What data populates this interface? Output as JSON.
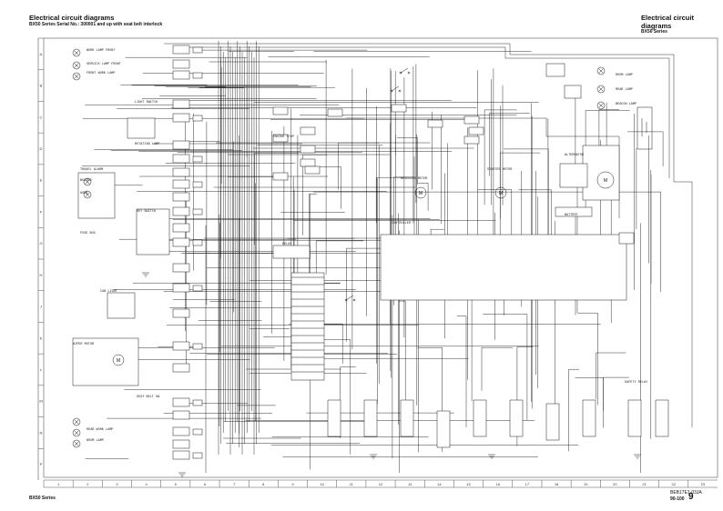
{
  "header_left": {
    "title": "Electrical circuit diagrams",
    "subtitle": "BX50 Series Serial No.: 300001 and up with seat belt interlock"
  },
  "header_right": {
    "title": "Electrical circuit diagrams",
    "subtitle": "BX50 Series"
  },
  "footer": {
    "series": "BX50 Series",
    "doc_code": "BEB17E1-03JA",
    "page_ref": "90-100",
    "page_number": "9"
  },
  "grid": {
    "row_labels": [
      "A",
      "B",
      "C",
      "D",
      "E",
      "F",
      "G",
      "H",
      "J",
      "K",
      "L",
      "M",
      "N",
      "P"
    ],
    "column_labels": [
      "1",
      "2",
      "3",
      "4",
      "5",
      "6",
      "7",
      "8",
      "9",
      "10",
      "11",
      "12",
      "13",
      "14",
      "15",
      "16",
      "17",
      "18",
      "19",
      "20",
      "21",
      "22",
      "23"
    ]
  },
  "component_labels": {
    "left": [
      "WORK LAMP FRONT",
      "SERVICE LAMP FRONT",
      "FRONT WORK LAMP",
      "LIGHT SWITCH",
      "ROTATING LAMP",
      "TRAVEL ALARM",
      "BUZZER",
      "HORN",
      "KEY SWITCH",
      "FUSE BOX",
      "CAB LIGHT",
      "WIPER MOTOR",
      "SEAT BELT SW",
      "REAR WORK LAMP",
      "BOOM LAMP"
    ],
    "top_right": [
      "ROOM LAMP",
      "REAR LAMP",
      "BEACON LAMP"
    ],
    "center": [
      "GOVERNOR MOTOR",
      "ENGINE STOP",
      "RELAY",
      "STARTER MOTOR",
      "ALTERNATOR",
      "CONTROLLER"
    ],
    "right_bottom": [
      "BATTERY",
      "SAFETY RELAY"
    ]
  },
  "colors": {
    "line": "#1a1a1a",
    "grid_line": "#555555",
    "paper": "#ffffff"
  }
}
